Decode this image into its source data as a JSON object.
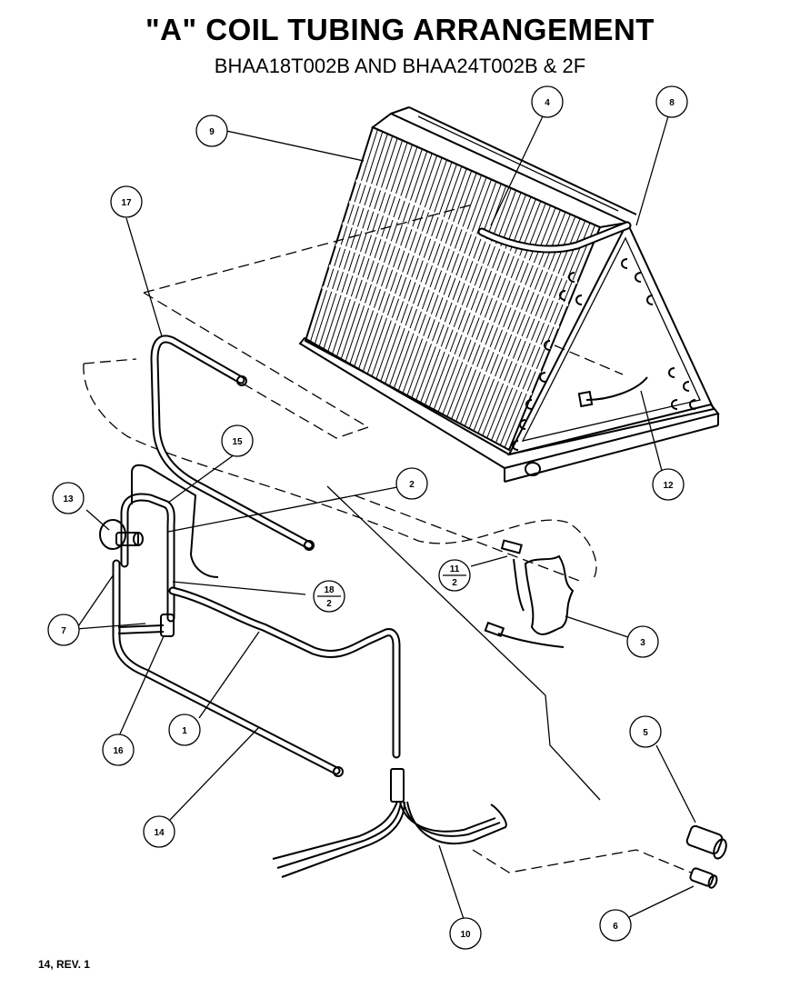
{
  "title": "\"A\" COIL TUBING ARRANGEMENT",
  "subtitle": "BHAA18T002B AND BHAA24T002B & 2F",
  "page_ref": "14, REV. 1",
  "callouts": {
    "c1": "1",
    "c2": "2",
    "c3": "3",
    "c4": "4",
    "c5": "5",
    "c6": "6",
    "c7": "7",
    "c8": "8",
    "c9": "9",
    "c10": "10",
    "c11_top": "11",
    "c11_bottom": "2",
    "c12": "12",
    "c13": "13",
    "c14": "14",
    "c15": "15",
    "c16": "16",
    "c17": "17",
    "c18_top": "18",
    "c18_bottom": "2"
  }
}
